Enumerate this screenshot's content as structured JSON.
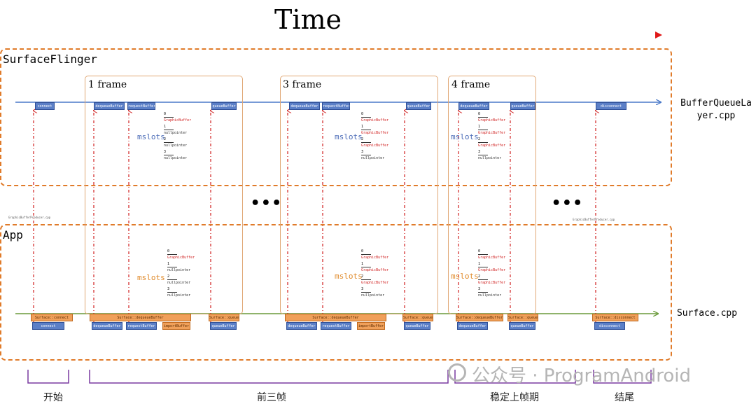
{
  "title": "Time",
  "regions": {
    "surfaceflinger": "SurfaceFlinger",
    "app": "App"
  },
  "files": {
    "buffer_queue_layer": "BufferQueueLa\nyer.cpp",
    "surface": "Surface.cpp"
  },
  "mini_files": {
    "left": "GraphicBufferProducer.cpp",
    "right": "GraphicBufferProducer.cpp"
  },
  "frames": [
    {
      "title": "1 frame",
      "mslots_label": "mslots",
      "sf_slots": [
        [
          "0",
          "GraphicBuffer"
        ],
        [
          "1",
          "nullpointer"
        ],
        [
          "2",
          "nullpointer"
        ],
        [
          "3",
          "nullpointer"
        ]
      ],
      "app_slots": [
        [
          "0",
          "GraphicBuffer"
        ],
        [
          "1",
          "nullpointer"
        ],
        [
          "2",
          "nullpointer"
        ],
        [
          "3",
          "nullpointer"
        ]
      ]
    },
    {
      "title": "3 frame",
      "mslots_label": "mslots",
      "sf_slots": [
        [
          "0",
          "GraphicBuffer"
        ],
        [
          "1",
          "GraphicBuffer"
        ],
        [
          "2",
          "GraphicBuffer"
        ],
        [
          "3",
          "nullpointer"
        ]
      ],
      "app_slots": [
        [
          "0",
          "GraphicBuffer"
        ],
        [
          "1",
          "GraphicBuffer"
        ],
        [
          "2",
          "GraphicBuffer"
        ],
        [
          "3",
          "nullpointer"
        ]
      ]
    },
    {
      "title": "4 frame",
      "mslots_label": "mslots",
      "sf_slots": [
        [
          "0",
          "GraphicBuffer"
        ],
        [
          "1",
          "GraphicBuffer"
        ],
        [
          "2",
          "GraphicBuffer"
        ],
        [
          "3",
          "nullpointer"
        ]
      ],
      "app_slots": [
        [
          "0",
          "GraphicBuffer"
        ],
        [
          "1",
          "GraphicBuffer"
        ],
        [
          "2",
          "GraphicBuffer"
        ],
        [
          "3",
          "nullpointer"
        ]
      ]
    }
  ],
  "sf_chips": [
    "connect",
    "dequeueBuffer",
    "requestBuffer",
    "queueBuffer",
    "dequeueBuffer",
    "requestBuffer",
    "queueBuffer",
    "dequeueBuffer",
    "queueBuffer",
    "disconnect"
  ],
  "app_orange_chips": [
    "Surface::connect",
    "Surface::dequeueBuffer",
    "Surface::queueBuffer",
    "Surface::dequeueBuffer",
    "Surface::queueBuffer",
    "Surface::dequeueBuffer",
    "Surface::queueBuffer",
    "Surface::disconnect"
  ],
  "app_blue_chips": [
    "connect",
    "dequeueBuffer",
    "requestBuffer",
    "importBuffer",
    "queueBuffer",
    "dequeueBuffer",
    "requestBuffer",
    "importBuffer",
    "queueBuffer",
    "dequeueBuffer",
    "queueBuffer",
    "disconnect"
  ],
  "ellipsis": "•••",
  "phases": [
    "开始",
    "前三帧",
    "稳定上帧期",
    "结尾"
  ],
  "watermark": "公众号 · ProgramAndroid",
  "colors": {
    "time_arrow": "#e01818",
    "sf_line": "#4a79c8",
    "app_line": "#6a9a3a",
    "region_border": "#e07b2a",
    "frame_border": "#e0a774",
    "dotted": "#d02020",
    "phase_bracket": "#7a3aa0"
  }
}
